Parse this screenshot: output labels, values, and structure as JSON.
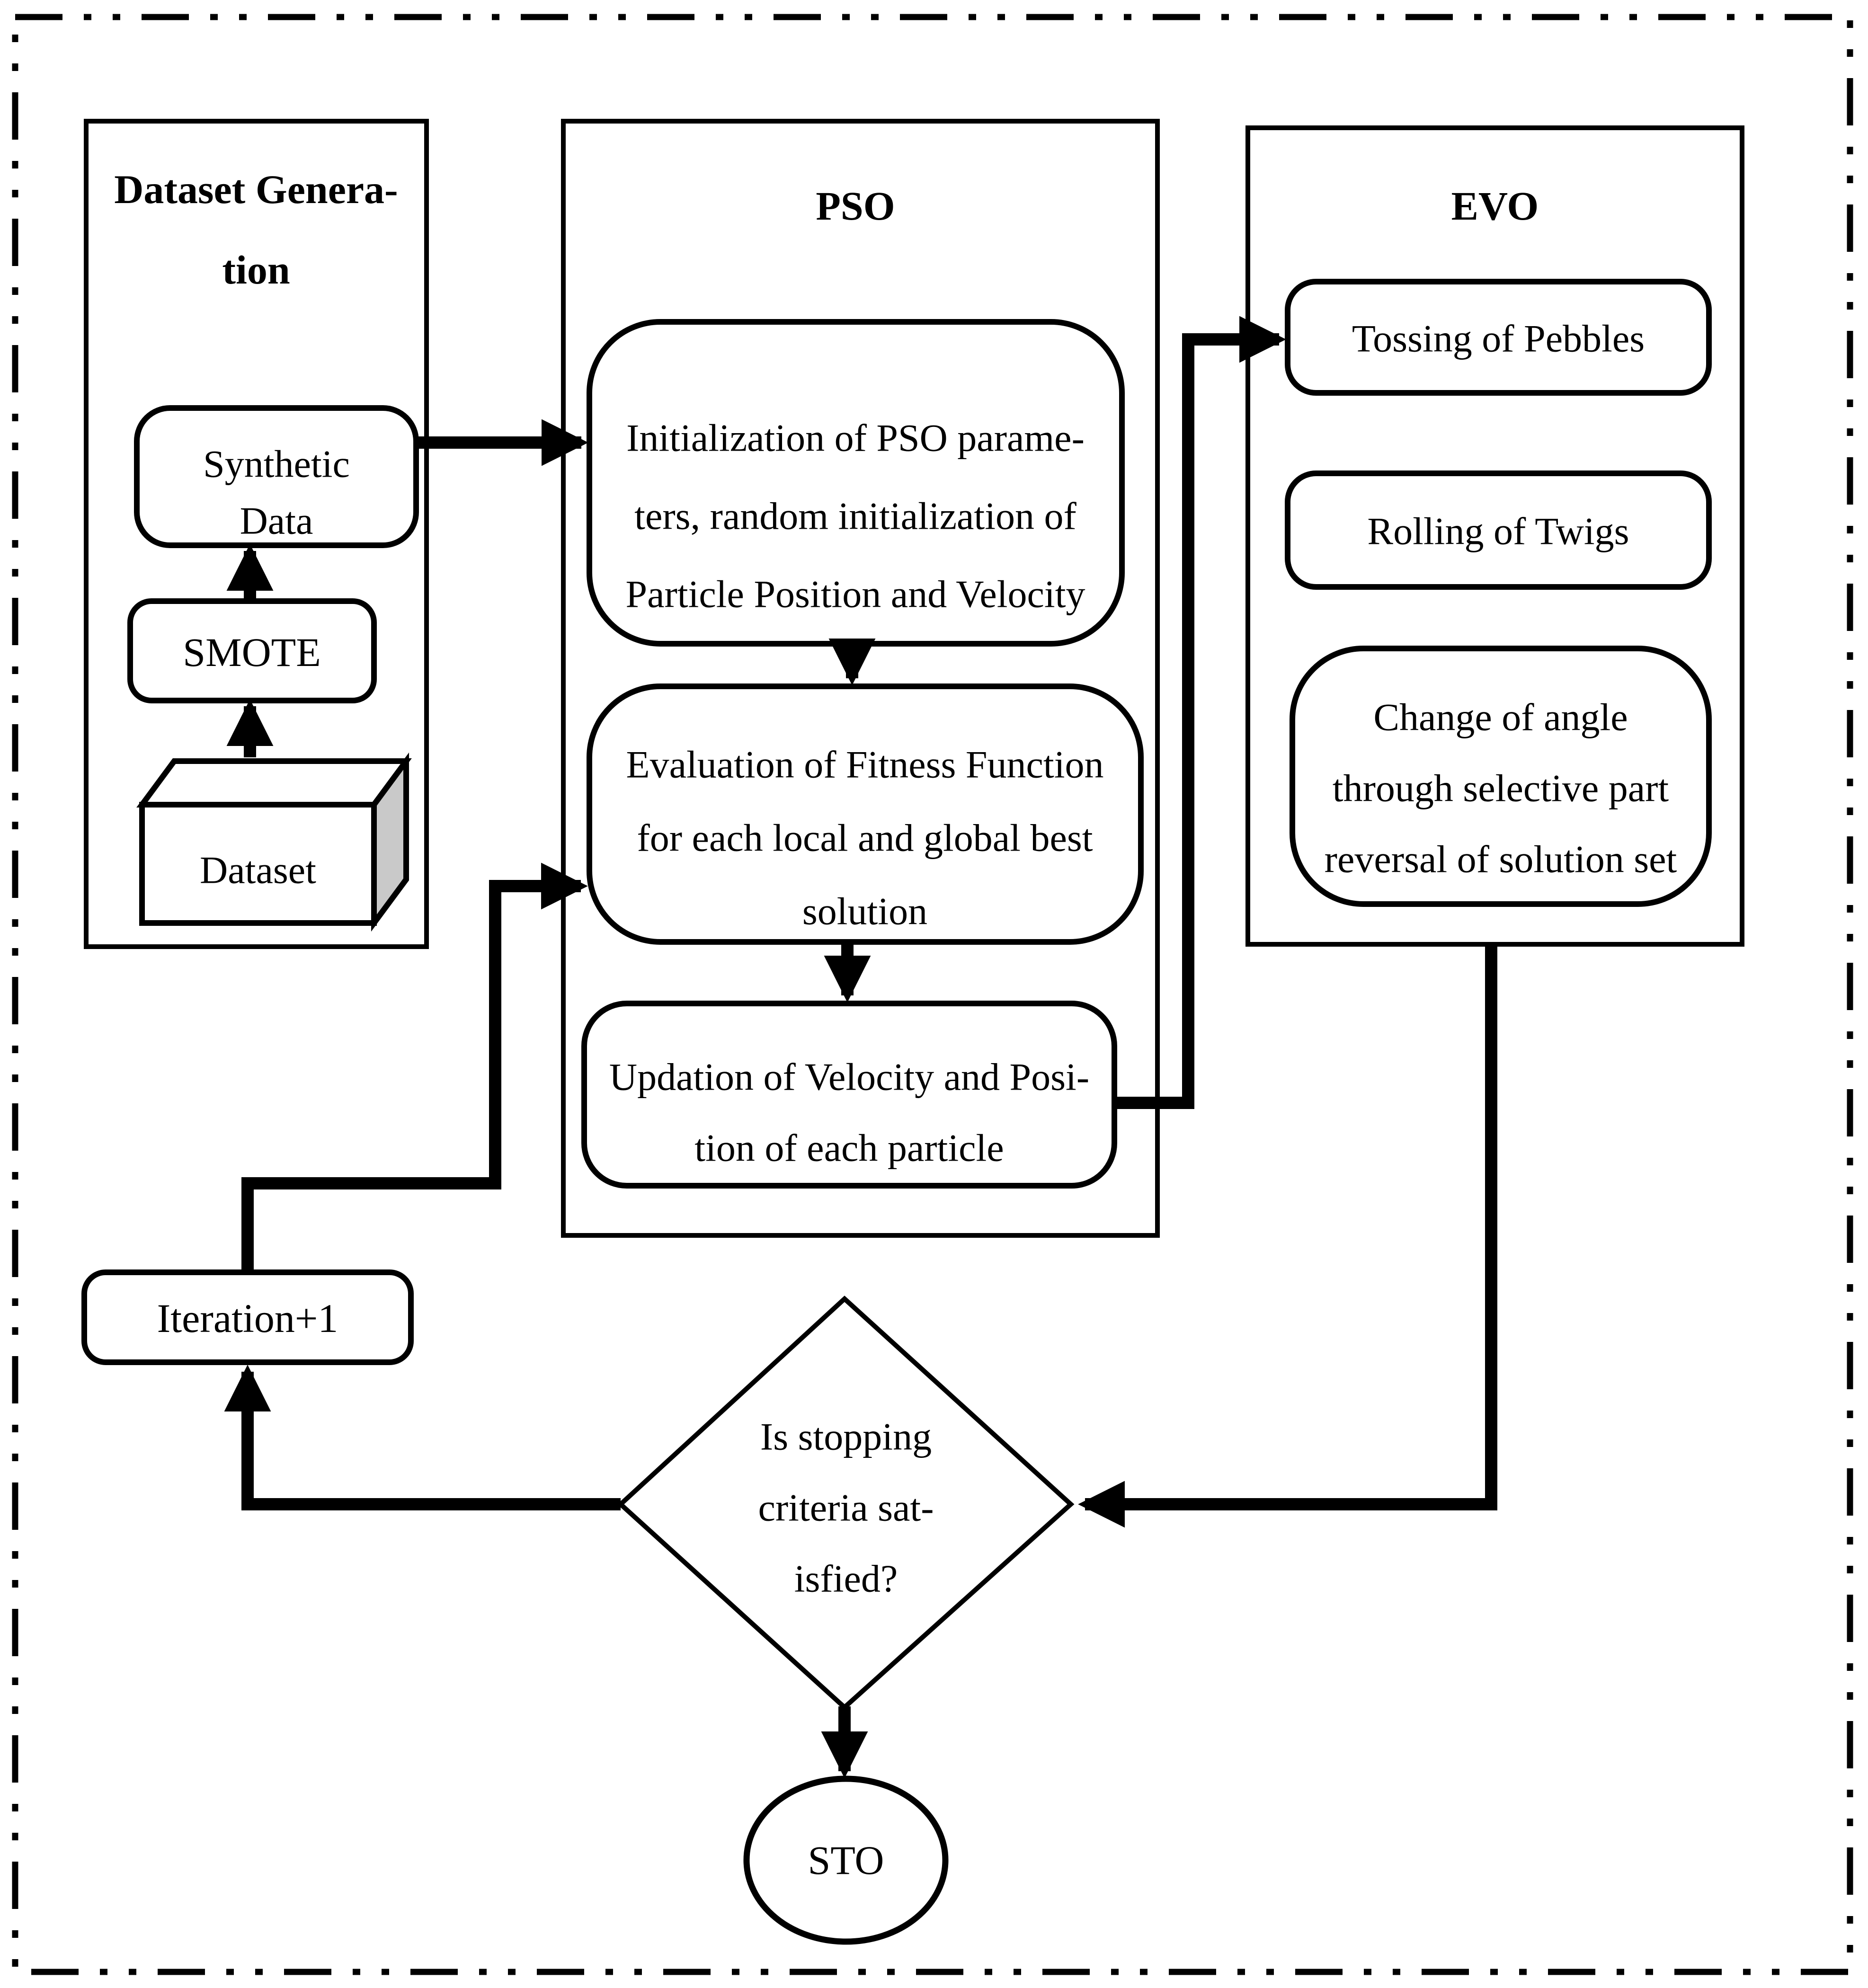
{
  "diagram": {
    "colors": {
      "line": "#000000",
      "background": "#ffffff",
      "cube_side": "#c9c9c9"
    },
    "sections": {
      "dataset_generation": {
        "title_line1": "Dataset Genera-",
        "title_line2": "tion",
        "nodes": {
          "synthetic_data": {
            "line1": "Synthetic",
            "line2": "Data"
          },
          "smote": {
            "label": "SMOTE"
          },
          "dataset": {
            "label": "Dataset"
          }
        }
      },
      "pso": {
        "title": "PSO",
        "nodes": {
          "initialization": {
            "line1": "Initialization of PSO parame-",
            "line2": "ters, random initialization of",
            "line3": "Particle Position and Velocity"
          },
          "evaluation": {
            "line1": "Evaluation of Fitness Function",
            "line2": "for each local and global best",
            "line3": "solution"
          },
          "updation": {
            "line1": "Updation of Velocity and Posi-",
            "line2": "tion of each particle"
          }
        }
      },
      "evo": {
        "title": "EVO",
        "nodes": {
          "tossing": {
            "label": "Tossing of Pebbles"
          },
          "rolling": {
            "label": "Rolling of Twigs"
          },
          "change_of_angle": {
            "line1": "Change of angle",
            "line2": "through selective part",
            "line3": "reversal of solution set"
          }
        }
      }
    },
    "nodes": {
      "iteration": {
        "label": "Iteration+1"
      },
      "decision": {
        "line1": "Is stopping",
        "line2": "criteria sat-",
        "line3": "isfied?"
      },
      "stop": {
        "label": "STO"
      }
    }
  }
}
